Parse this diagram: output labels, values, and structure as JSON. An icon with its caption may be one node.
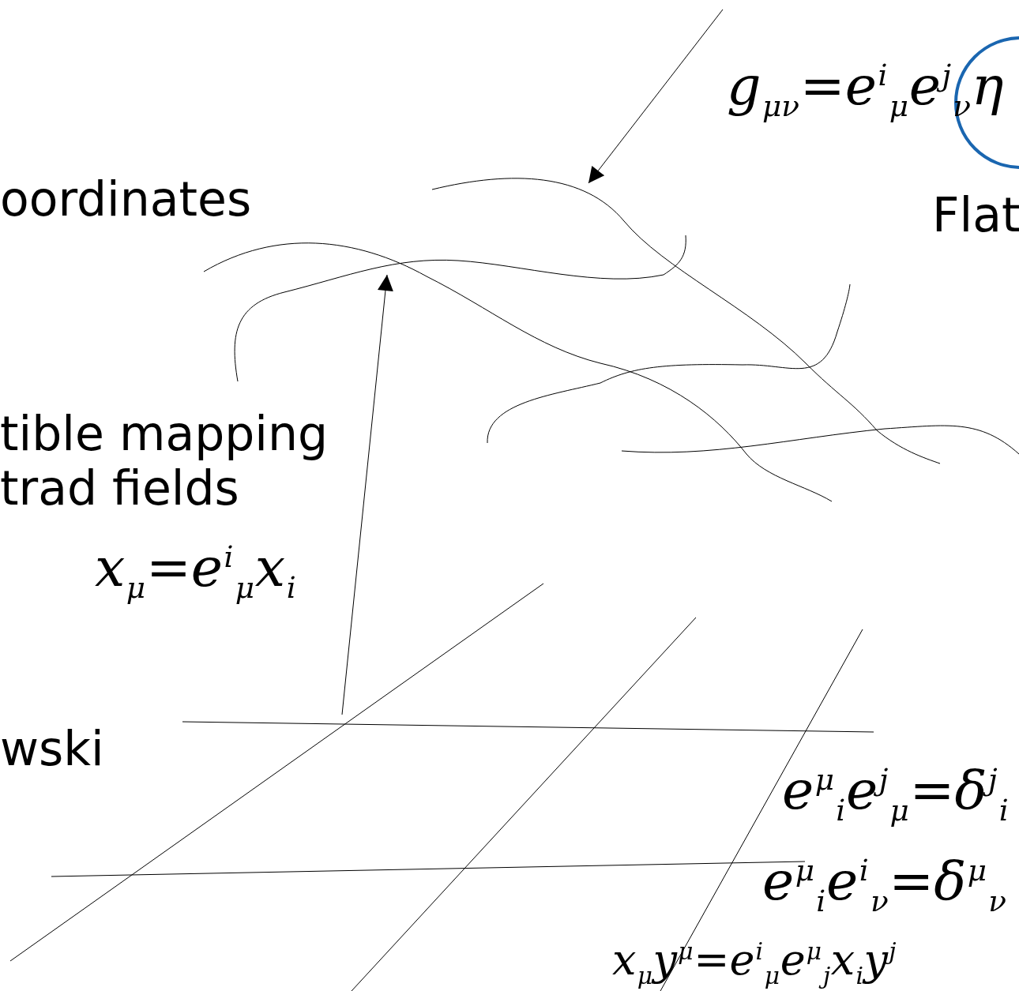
{
  "diagram": {
    "nodes": [
      {
        "text": [],
        "shape": "picture"
      },
      {
        "text": [],
        "shape": "picture"
      }
    ],
    "edges": [
      {
        "from": null,
        "to": 0,
        "arrow": "to"
      },
      {
        "from": 1,
        "to": 0,
        "arrow": "to"
      }
    ],
    "labels": [
      "g$_{μν}$=e$^{i}$$_{μ}$e$^{j}$$_{ν}$η",
      "oordinates",
      "Flat",
      "tible mapping trad fields",
      "x$_{μ}$=e$^{i}$$_{μ}$x$_{i}$",
      "wski",
      "e$^{μ}$$_{i}$e$^{j}$$_{μ}$=δ$^{j}$$_{i}$",
      "e$^{μ}$$_{i}$e$^{i}$$_{ν}$=δ$^{μ}$$_{ν}$",
      "x$_{μ}$y$^{μ}$=e$^{i}$$_{μ}$e$^{μ}$$_{j}$x$_{i}$y$^{j}$"
    ]
  }
}
